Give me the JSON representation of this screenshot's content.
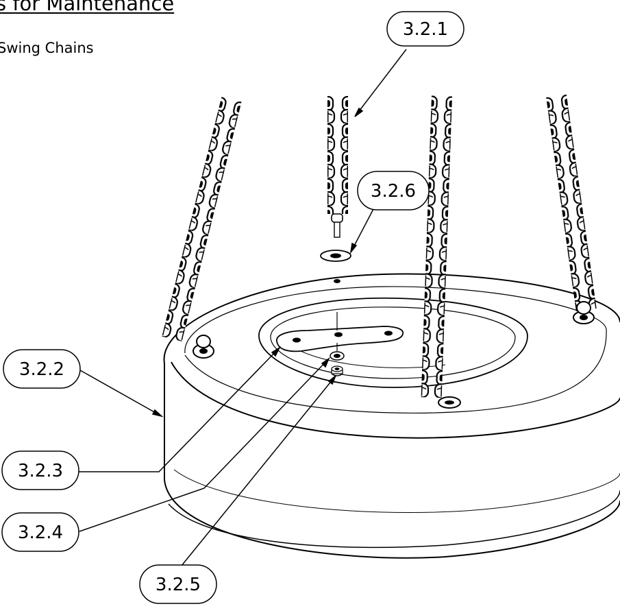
{
  "page": {
    "heading": "s for Maintenance",
    "subheading": "Swing Chains"
  },
  "callouts": [
    {
      "id": "c321",
      "label": "3.2.1"
    },
    {
      "id": "c322",
      "label": "3.2.2"
    },
    {
      "id": "c323",
      "label": "3.2.3"
    },
    {
      "id": "c324",
      "label": "3.2.4"
    },
    {
      "id": "c325",
      "label": "3.2.5"
    },
    {
      "id": "c326",
      "label": "3.2.6"
    }
  ]
}
